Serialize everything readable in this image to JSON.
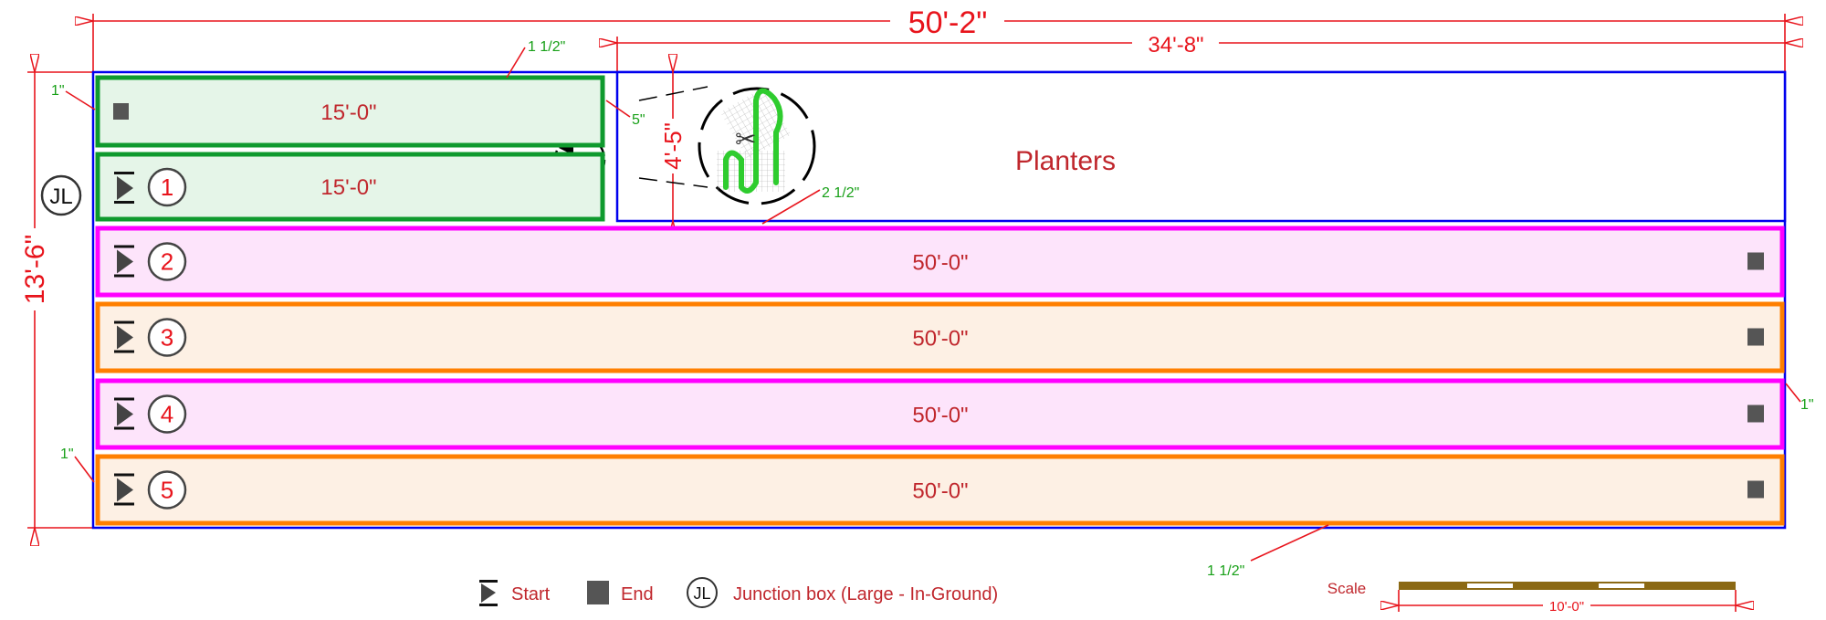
{
  "dimensions": {
    "overall_width": "50'-2\"",
    "planter_width": "34'-8\"",
    "overall_height": "13'-6\"",
    "planter_height": "4'-5\""
  },
  "annotations": {
    "top_gap": "1 1/2\"",
    "left_gap_top": "1\"",
    "planter_gap": "5\"",
    "planter_bottom_gap": "2 1/2\"",
    "right_gap": "1\"",
    "left_gap_bottom": "1\"",
    "bottom_gap": "1 1/2\""
  },
  "planters_label": "Planters",
  "junction_label": "JL",
  "zones": [
    {
      "number": "",
      "length": "15'-0\"",
      "color": "#0f9a2e",
      "fill": "#e5f5e8",
      "start": false,
      "end": true
    },
    {
      "number": "1",
      "length": "15'-0\"",
      "color": "#0f9a2e",
      "fill": "#e5f5e8",
      "start": true,
      "end": false
    },
    {
      "number": "2",
      "length": "50'-0\"",
      "color": "#ff00ff",
      "fill": "#fde4fb",
      "start": true,
      "end": true
    },
    {
      "number": "3",
      "length": "50'-0\"",
      "color": "#ff7f00",
      "fill": "#fdf0e4",
      "start": true,
      "end": true
    },
    {
      "number": "4",
      "length": "50'-0\"",
      "color": "#ff00ff",
      "fill": "#fde4fb",
      "start": true,
      "end": true
    },
    {
      "number": "5",
      "length": "50'-0\"",
      "color": "#ff7f00",
      "fill": "#fdf0e4",
      "start": true,
      "end": true
    }
  ],
  "legend": {
    "start": "Start",
    "end": "End",
    "junction_icon": "JL",
    "junction": "Junction box (Large - In-Ground)"
  },
  "scale": {
    "label": "Scale",
    "length": "10'-0\""
  }
}
